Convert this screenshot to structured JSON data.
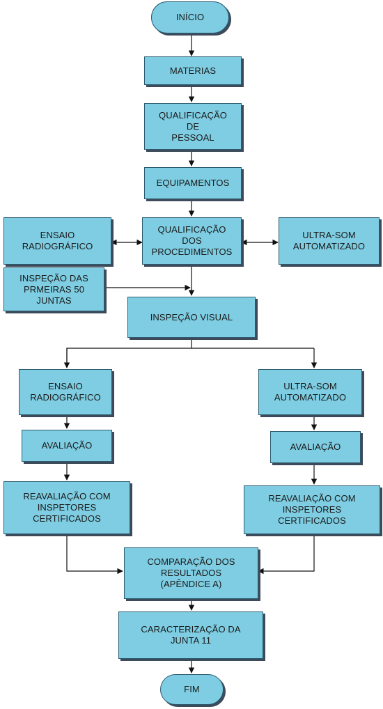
{
  "colors": {
    "box_fill": "#7ecde2",
    "box_border": "#2c5b70",
    "box_shadow": "#3d4a5a",
    "connector": "#111111"
  },
  "nodes": {
    "inicio": "INÍCIO",
    "materias": "MATERIAS",
    "qualificacao_pessoal": "QUALIFICAÇÃO\nDE\nPESSOAL",
    "equipamentos": "EQUIPAMENTOS",
    "qualificacao_procedimentos": "QUALIFICAÇÃO\nDOS\nPROCEDIMENTOS",
    "ensaio_radiografico_left": "ENSAIO\nRADIOGRÁFICO",
    "ultra_som_right": "ULTRA-SOM\nAUTOMATIZADO",
    "inspecao_50_juntas": "INSPEÇÃO DAS\nPRMEIRAS 50\nJUNTAS",
    "inspecao_visual": "INSPEÇÃO VISUAL",
    "ensaio_radiografico_branch": "ENSAIO\nRADIOGRÁFICO",
    "ultra_som_branch": "ULTRA-SOM\nAUTOMATIZADO",
    "avaliacao_left": "AVALIAÇÃO",
    "avaliacao_right": "AVALIAÇÃO",
    "reavaliacao_left": "REAVALIAÇÃO COM\nINSPETORES\nCERTIFICADOS",
    "reavaliacao_right": "REAVALIAÇÃO COM\nINSPETORES\nCERTIFICADOS",
    "comparacao": "COMPARAÇÃO DOS\nRESULTADOS\n(APÊNDICE A)",
    "caracterizacao": "CARACTERIZAÇÃO DA\nJUNTA 11",
    "fim": "FIM"
  }
}
